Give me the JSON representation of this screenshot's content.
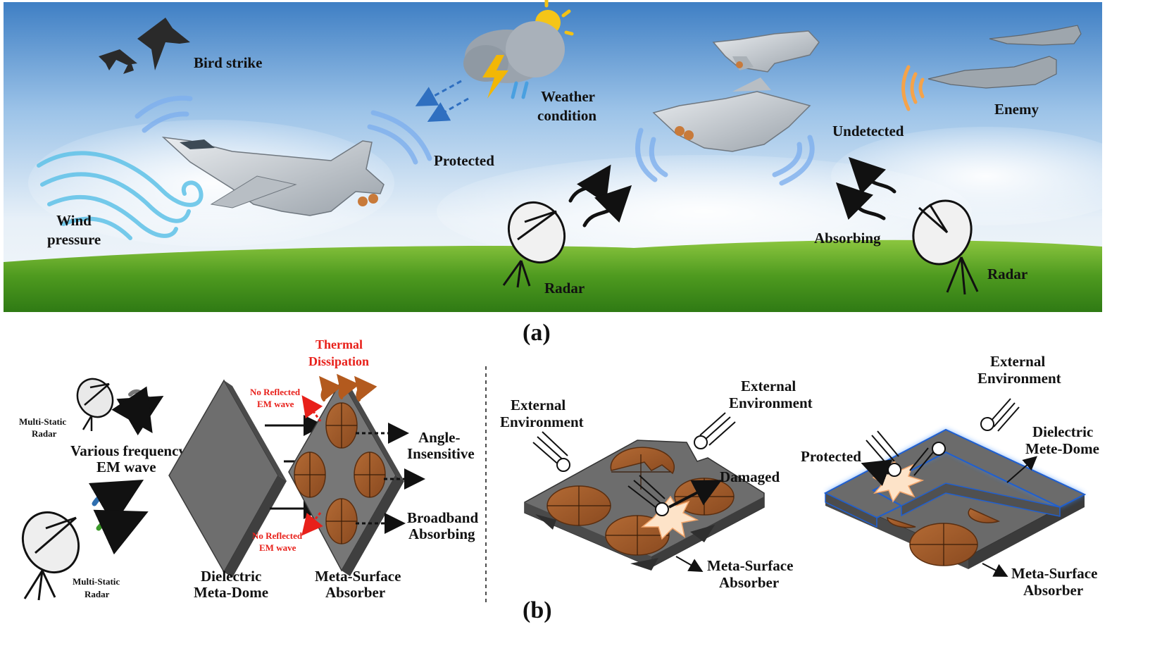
{
  "panel_a": {
    "tag": "(a)",
    "labels": {
      "bird_strike": "Bird strike",
      "weather_1": "Weather",
      "weather_2": "condition",
      "protected": "Protected",
      "wind_1": "Wind",
      "wind_2": "pressure",
      "undetected": "Undetected",
      "enemy": "Enemy",
      "absorbing": "Absorbing",
      "radar_left": "Radar",
      "radar_right": "Radar"
    }
  },
  "panel_b": {
    "tag": "(b)",
    "left": {
      "radar_top": [
        "Multi-Static",
        "Radar"
      ],
      "radar_bottom": [
        "Multi-Static",
        "Radar"
      ],
      "em_wave": [
        "Various frequency",
        "EM wave"
      ],
      "thermal": [
        "Thermal",
        "Dissipation"
      ],
      "no_reflect_top": [
        "No Reflected",
        "EM wave"
      ],
      "no_reflect_bottom": [
        "No Reflected",
        "EM wave"
      ],
      "angle": [
        "Angle-",
        "Insensitive"
      ],
      "broadband": [
        "Broadband",
        "Absorbing"
      ],
      "dome": [
        "Dielectric",
        "Meta-Dome"
      ],
      "absorber": [
        "Meta-Surface",
        "Absorber"
      ]
    },
    "middle": {
      "ext_left": [
        "External",
        "Environment"
      ],
      "ext_right": [
        "External",
        "Environment"
      ],
      "damaged": "Damaged",
      "absorber": [
        "Meta-Surface",
        "Absorber"
      ]
    },
    "right": {
      "ext": [
        "External",
        "Environment"
      ],
      "protected": "Protected",
      "dome": [
        "Dielectric",
        "Mete-Dome"
      ],
      "absorber": [
        "Meta-Surface",
        "Absorber"
      ]
    }
  },
  "colors": {
    "sky_top": "#4a86c8",
    "grass": "#5da326",
    "copper": "#a0582a",
    "panel_gray": "#707070",
    "glow_blue": "#3a8cff",
    "wave_blue": "#7fb0ee",
    "wind_blue": "#5fc2e8"
  }
}
